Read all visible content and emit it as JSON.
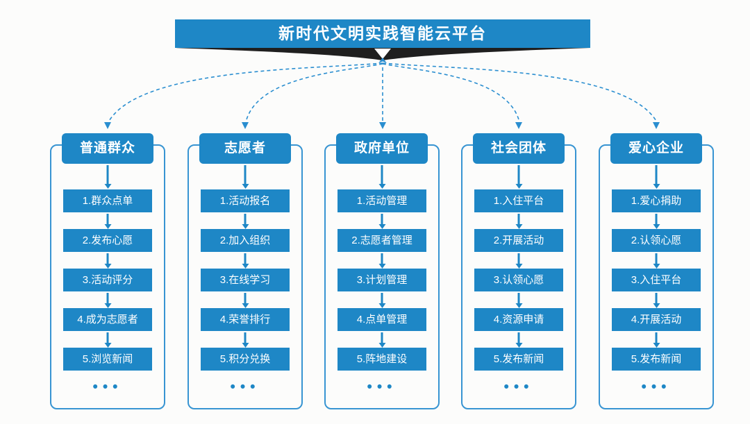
{
  "title": "新时代文明实践智能云平台",
  "ellipsis": "•••",
  "colors": {
    "primary_blue": "#1e87c6",
    "arrow_blue": "#2a8ed0",
    "frame_blue": "#3794d2",
    "chevron_black": "#1f1f1f"
  },
  "columns": [
    {
      "header": "普通群众",
      "steps": [
        "1.群众点单",
        "2.发布心愿",
        "3.活动评分",
        "4.成为志愿者",
        "5.浏览新闻"
      ]
    },
    {
      "header": "志愿者",
      "steps": [
        "1.活动报名",
        "2.加入组织",
        "3.在线学习",
        "4.荣誉排行",
        "5.积分兑换"
      ]
    },
    {
      "header": "政府单位",
      "steps": [
        "1.活动管理",
        "2.志愿者管理",
        "3.计划管理",
        "4.点单管理",
        "5.阵地建设"
      ]
    },
    {
      "header": "社会团体",
      "steps": [
        "1.入住平台",
        "2.开展活动",
        "3.认领心愿",
        "4.资源申请",
        "5.发布新闻"
      ]
    },
    {
      "header": "爱心企业",
      "steps": [
        "1.爱心捐助",
        "2.认领心愿",
        "3.入住平台",
        "4.开展活动",
        "5.发布新闻"
      ]
    }
  ]
}
